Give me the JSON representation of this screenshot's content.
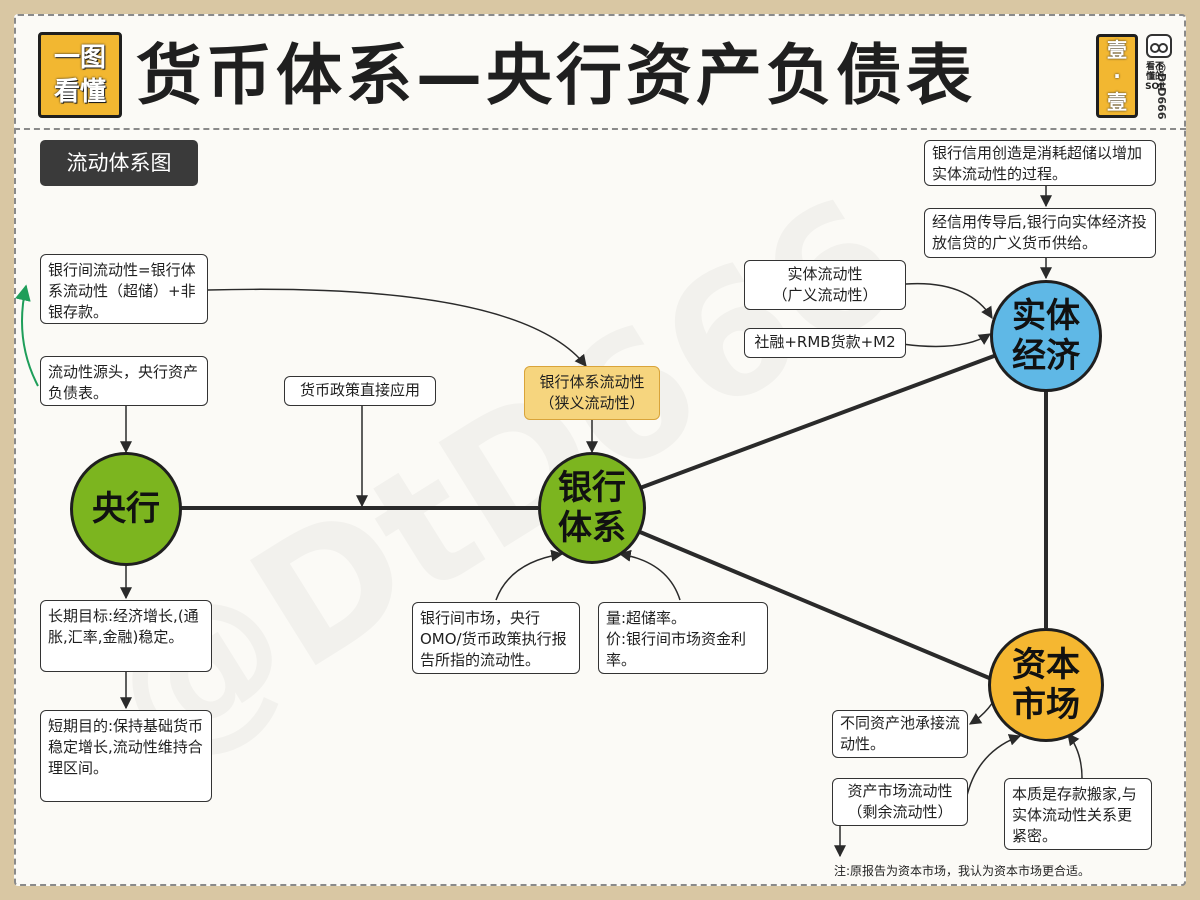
{
  "header": {
    "badge_left": [
      "一图",
      "看懂"
    ],
    "title": "货币体系—央行资产负债表",
    "badge_right": [
      "壹",
      "·",
      "壹"
    ],
    "author_handle": "@DtD666",
    "author_name": [
      "看不",
      "懂的",
      "SOL"
    ]
  },
  "section_tag": "流动体系图",
  "watermark": "@DtD666",
  "nodes": {
    "central_bank": {
      "label": [
        "央行"
      ],
      "color": "#7cb51f"
    },
    "banking_system": {
      "label": [
        "银行",
        "体系"
      ],
      "color": "#7cb51f"
    },
    "real_economy": {
      "label": [
        "实体",
        "经济"
      ],
      "color": "#5fb8e6"
    },
    "capital_market": {
      "label": [
        "资本",
        "市场"
      ],
      "color": "#f5b731"
    }
  },
  "boxes": {
    "interbank_liquidity": "银行间流动性=银行体系流动性（超储）+非银存款。",
    "liquidity_source": "流动性源头，央行资产负债表。",
    "monetary_policy": "货币政策直接应用",
    "banking_liquidity": [
      "银行体系流动性",
      "（狭义流动性）"
    ],
    "long_term_goal": "长期目标:经济增长,(通胀,汇率,金融)稳定。",
    "short_term_goal": "短期目的:保持基础货币稳定增长,流动性维持合理区间。",
    "interbank_market": "银行间市场，央行OMO/货币政策执行报告所指的流动性。",
    "quantity_price": [
      "量:超储率。",
      "价:银行间市场资金利率。"
    ],
    "credit_creation": "银行信用创造是消耗超储以增加实体流动性的过程。",
    "credit_transmission": "经信用传导后,银行向实体经济投放信贷的广义货币供给。",
    "real_liquidity": [
      "实体流动性",
      "（广义流动性）"
    ],
    "social_financing": "社融+RMB货款+M2",
    "asset_pools": "不同资产池承接流动性。",
    "capital_market_liquidity": [
      "资产市场流动性",
      "（剩余流动性）"
    ],
    "deposit_migration": "本质是存款搬家,与实体流动性关系更紧密。"
  },
  "footnote": "注:原报告为资本市场，我认为资本市场更合适。",
  "colors": {
    "line": "#2a2a2a",
    "highlight_circle": "#1e9e5a",
    "gold_box": "#f6d57e"
  }
}
